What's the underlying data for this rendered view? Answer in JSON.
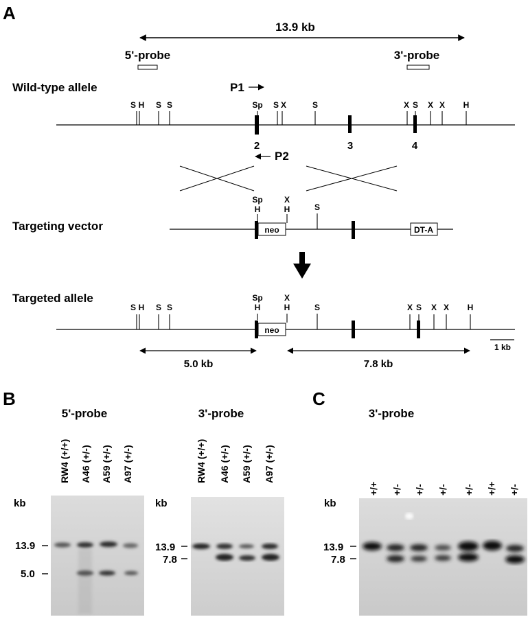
{
  "panels": {
    "a": "A",
    "b": "B",
    "c": "C"
  },
  "map": {
    "span_label": "13.9 kb",
    "probe5": "5'-probe",
    "probe3": "3'-probe",
    "wt_title": "Wild-type allele",
    "tv_title": "Targeting vector",
    "ta_title": "Targeted allele",
    "primer1": "P1",
    "primer2": "P2",
    "exons": [
      "2",
      "3",
      "4"
    ],
    "neo": "neo",
    "dta": "DT-A",
    "frag5": "5.0 kb",
    "frag3": "7.8 kb",
    "scalebar": "1 kb",
    "wt_sites": [
      "S",
      "H",
      "S",
      "S",
      "Sp",
      "S",
      "X",
      "S",
      "X",
      "S",
      "X",
      "X",
      "H"
    ],
    "tv_sites": [
      "Sp",
      "H",
      "X",
      "H",
      "S"
    ],
    "ta_sites": [
      "S",
      "H",
      "S",
      "S",
      "Sp",
      "H",
      "X",
      "H",
      "S",
      "X",
      "S",
      "X",
      "X",
      "H"
    ]
  },
  "blots": {
    "b1_title": "5'-probe",
    "b2_title": "3'-probe",
    "c_title": "3'-probe",
    "b_lanes": [
      "RW4 (+/+)",
      "A46  (+/-)",
      "A59  (+/-)",
      "A97  (+/-)"
    ],
    "c_lanes": [
      "+/+",
      "+/-",
      "+/-",
      "+/-",
      "+/-",
      "+/+",
      "+/-"
    ],
    "kb": "kb",
    "b1_markers": [
      "13.9",
      "5.0"
    ],
    "b2_markers": [
      "13.9",
      "7.8"
    ],
    "c_markers": [
      "13.9",
      "7.8"
    ]
  }
}
